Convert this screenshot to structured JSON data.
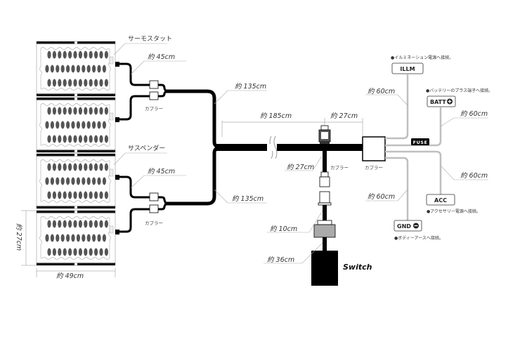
{
  "diagram": {
    "pads": {
      "top_group_label": "サーモスタット",
      "bottom_group_label": "サスペンダー",
      "count": 4,
      "ellipse_rows": 3,
      "ellipses_per_row": 12
    },
    "dimensions": {
      "pad_width": "約 49cm",
      "pad_height": "約 27cm"
    },
    "wires": {
      "top_pigtail": "約 45cm",
      "bottom_pigtail": "約 45cm",
      "top_branch": "約 135cm",
      "bottom_branch": "約 135cm",
      "main_trunk": "約 185cm",
      "trunk_to_coupler": "約 27cm",
      "drop_to_switch": "約 27cm",
      "switch_short": "約 10cm",
      "switch_cable": "約 36cm",
      "illm_wire": "約 60cm",
      "batt_wire": "約 60cm",
      "acc_wire": "約 60cm",
      "gnd_wire": "約 60cm"
    },
    "couplers": {
      "top_coupler_label": "カプラー",
      "bottom_coupler_label": "カプラー",
      "trunk_coupler_label": "カプラー",
      "main_coupler_label": "カプラー"
    },
    "switch": {
      "label": "Switch"
    },
    "fuse": {
      "label": "FUSE"
    },
    "terminals": {
      "illm": {
        "label": "ILLM",
        "note": "●イルミネーション電源へ接続。"
      },
      "batt": {
        "label": "BATT",
        "polarity": "+",
        "note": "●バッテリーのプラス端子へ接続。"
      },
      "acc": {
        "label": "ACC",
        "note": "●アクセサリー電源へ接続。"
      },
      "gnd": {
        "label": "GND",
        "polarity": "−",
        "note": "●ボディーアースへ接続。"
      }
    },
    "colors": {
      "cable": "#000000",
      "signal_wire": "#bfbfbf",
      "pad_ellipse": "#555555",
      "leader_line": "#aaaaaa",
      "switch_connector": "#aaaaaa"
    }
  }
}
